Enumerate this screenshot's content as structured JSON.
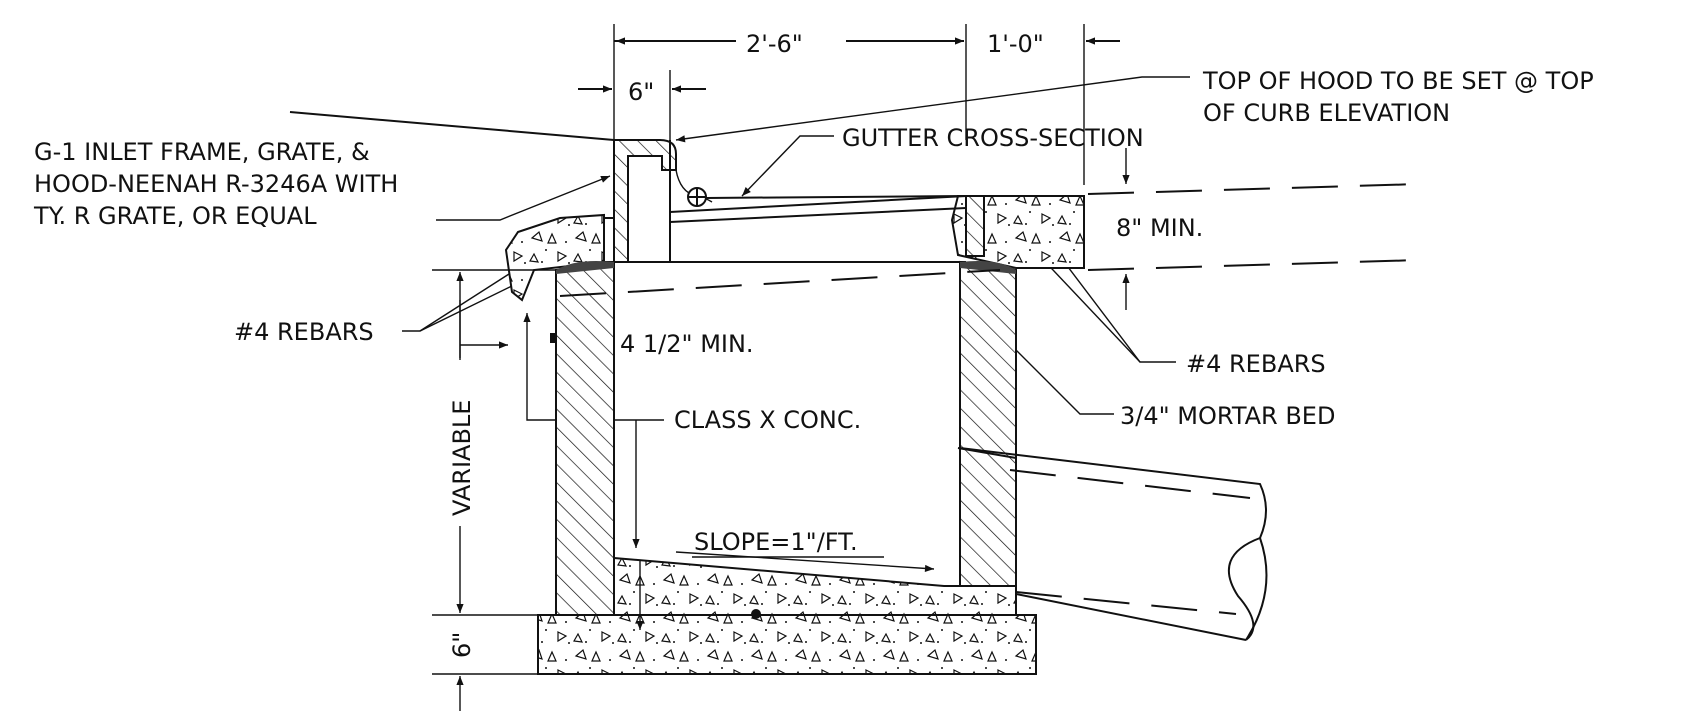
{
  "dims": {
    "width_main": "2'-6\"",
    "width_curb": "1'-0\"",
    "hood_width": "6\"",
    "variable": "VARIABLE",
    "base_thickness": "6\"",
    "pavement_depth": "8\" MIN."
  },
  "notes": {
    "hood_top_1": "TOP OF HOOD TO BE SET @ TOP",
    "hood_top_2": "OF CURB ELEVATION",
    "gutter": "GUTTER CROSS-SECTION",
    "frame_1": "G-1 INLET FRAME, GRATE, &",
    "frame_2": "HOOD-NEENAH R-3246A WITH",
    "frame_3": "TY. R GRATE, OR EQUAL",
    "rebars_left": "#4 REBARS",
    "rebars_right": "#4 REBARS",
    "min_depth": "4 1/2\" MIN.",
    "class_x": "CLASS X CONC.",
    "mortar": "3/4\" MORTAR BED",
    "slope": "SLOPE=1\"/FT."
  }
}
